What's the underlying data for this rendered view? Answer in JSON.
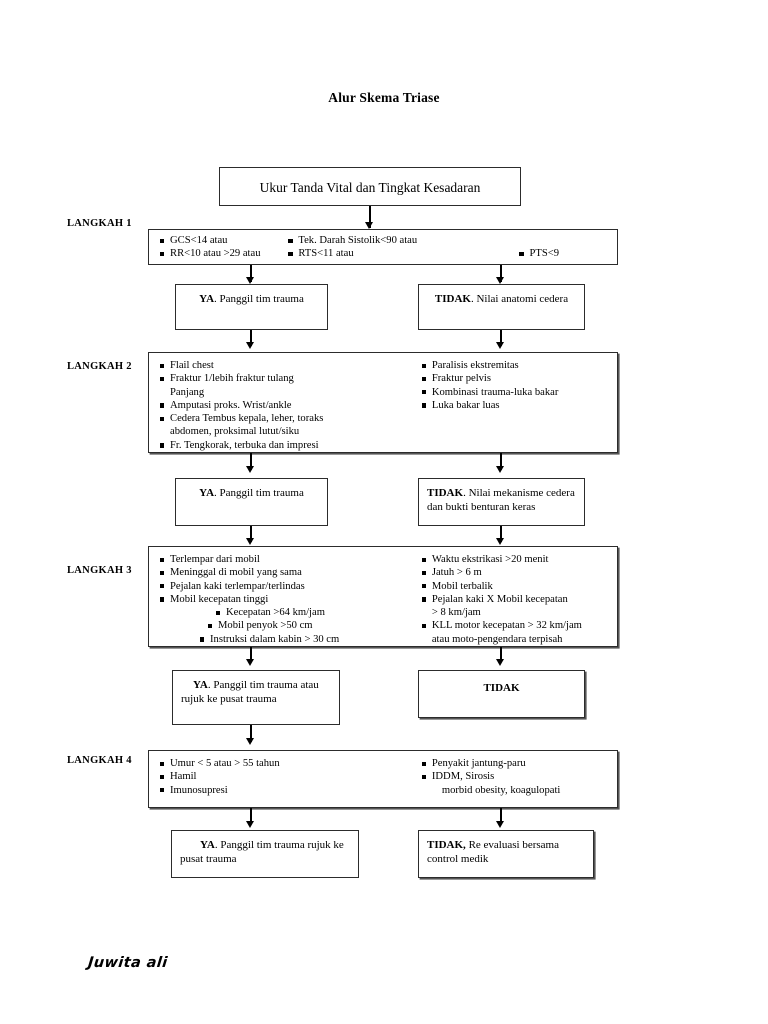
{
  "document": {
    "title": "Alur Skema Triase",
    "signature": "Juwita ali"
  },
  "start": {
    "label": "Ukur Tanda Vital dan Tingkat Kesadaran"
  },
  "steps": [
    {
      "label": "LANGKAH 1",
      "left_items": [
        "GCS<14 atau",
        "RR<10 atau >29 atau"
      ],
      "mid_items": [
        "Tek. Darah Sistolik<90 atau",
        "RTS<11 atau"
      ],
      "right_items": [
        "PTS<9"
      ],
      "yes": {
        "strong": "YA",
        "rest": ". Panggil tim trauma"
      },
      "no": {
        "strong": "TIDAK",
        "rest": ". Nilai anatomi cedera"
      }
    },
    {
      "label": "LANGKAH 2",
      "left_items": [
        "Flail chest",
        "Fraktur 1/lebih fraktur tulang",
        "Panjang",
        "Amputasi proks. Wrist/ankle",
        "Cedera Tembus kepala, leher, toraks",
        "abdomen, proksimal lutut/siku",
        "Fr. Tengkorak, terbuka dan impresi"
      ],
      "left_continuation_rows": [
        2,
        5
      ],
      "right_items": [
        "Paralisis ekstremitas",
        "Fraktur pelvis",
        "Kombinasi trauma-luka bakar",
        "Luka bakar luas"
      ],
      "yes": {
        "strong": "YA",
        "rest": ". Panggil tim trauma"
      },
      "no": {
        "strong": "TIDAK",
        "rest": ". Nilai mekanisme cedera dan bukti benturan keras"
      }
    },
    {
      "label": "LANGKAH 3",
      "left_items": [
        "Terlempar dari mobil",
        "Meninggal di mobil yang sama",
        "Pejalan kaki terlempar/terlindas",
        "Mobil kecepatan tinggi"
      ],
      "left_sub_items": [
        "Kecepatan >64 km/jam",
        "Mobil penyok >50 cm",
        "Instruksi dalam kabin > 30 cm"
      ],
      "right_items": [
        "Waktu ekstrikasi >20 menit",
        "Jatuh > 6 m",
        "Mobil terbalik",
        "Pejalan kaki X Mobil kecepatan",
        "> 8 km/jam",
        "KLL motor kecepatan > 32 km/jam",
        "atau moto-pengendara terpisah"
      ],
      "right_continuation_rows": [
        4,
        6
      ],
      "yes": {
        "strong": "YA",
        "rest": ". Panggil tim trauma atau rujuk ke pusat trauma"
      },
      "no": {
        "strong": "TIDAK",
        "rest": ""
      }
    },
    {
      "label": "LANGKAH 4",
      "left_items": [
        "Umur < 5 atau > 55 tahun",
        "Hamil",
        "Imunosupresi"
      ],
      "right_items": [
        "Penyakit jantung-paru",
        "IDDM, Sirosis",
        "morbid obesity, koagulopati"
      ],
      "right_continuation_rows": [
        2
      ],
      "yes": {
        "strong": "YA",
        "rest": ".  Panggil tim trauma rujuk ke pusat trauma"
      },
      "no": {
        "strong": "TIDAK,",
        "rest": " Re evaluasi bersama control medik"
      }
    }
  ]
}
